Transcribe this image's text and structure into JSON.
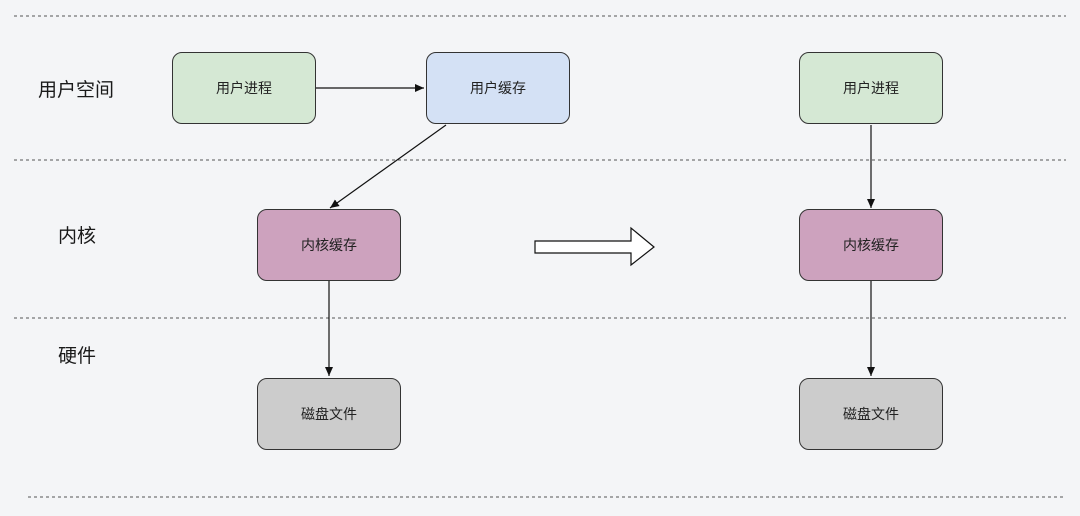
{
  "layers": {
    "user_space": "用户空间",
    "kernel": "内核",
    "hardware": "硬件"
  },
  "left": {
    "user_process": "用户进程",
    "user_cache": "用户缓存",
    "kernel_cache": "内核缓存",
    "disk_file": "磁盘文件"
  },
  "right": {
    "user_process": "用户进程",
    "kernel_cache": "内核缓存",
    "disk_file": "磁盘文件"
  },
  "colors": {
    "user_process": "#d5e8d4",
    "user_cache": "#d4e1f5",
    "kernel_cache": "#cda2be",
    "disk_file": "#cccccc",
    "background": "#f4f5f7"
  }
}
